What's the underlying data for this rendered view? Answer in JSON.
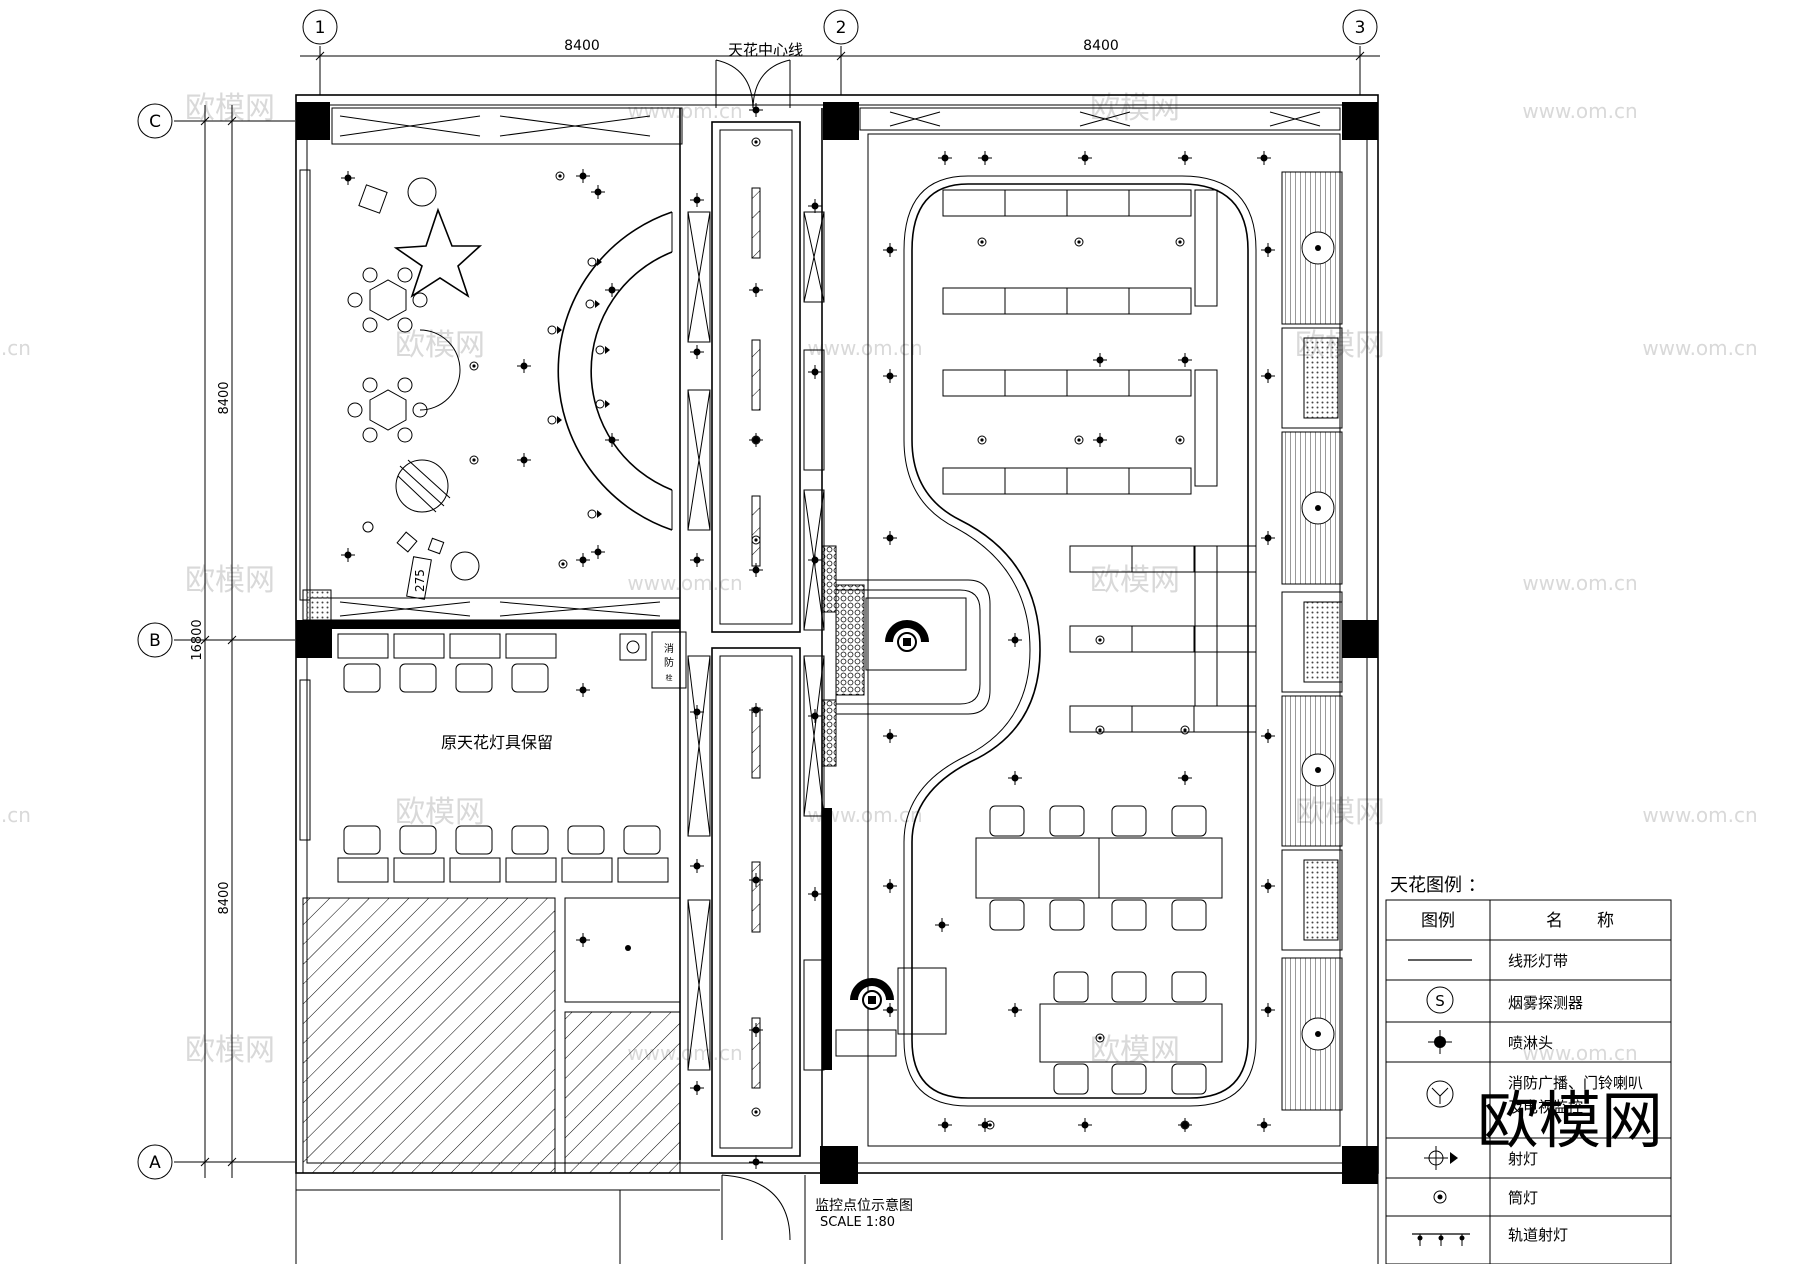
{
  "grid": {
    "columns": [
      "1",
      "2",
      "3"
    ],
    "rows": [
      "C",
      "B",
      "A"
    ],
    "dims_top": [
      "8400",
      "8400"
    ],
    "dims_left": [
      "8400",
      "8400"
    ],
    "dim_total": "16800"
  },
  "labels": {
    "ceiling_center_line": "天花中心线",
    "hydrant_1": "消",
    "hydrant_2": "防",
    "hydrant_3": "栓",
    "original_ceiling": "原天花灯具保留",
    "small_dim": "275",
    "drawing_title": "监控点位示意图",
    "scale": "SCALE  1:80"
  },
  "legend": {
    "title": "天花图例 ：",
    "col_symbol": "图例",
    "col_name": "名　　称",
    "items": [
      {
        "icon": "line-light-strip-icon",
        "name": "线形灯带"
      },
      {
        "icon": "smoke-detector-icon",
        "name": "烟雾探测器"
      },
      {
        "icon": "sprinkler-icon",
        "name": "喷淋头"
      },
      {
        "icon": "broadcast-speaker-icon",
        "name": "消防广播、门铃喇叭",
        "name2": "及电视监控"
      },
      {
        "icon": "spotlight-icon",
        "name": "射灯"
      },
      {
        "icon": "downlight-icon",
        "name": "筒灯"
      },
      {
        "icon": "track-spotlight-icon",
        "name": "轨道射灯"
      }
    ]
  },
  "watermark": {
    "brand": "欧模网",
    "url": "www.om.cn",
    "url_short": "om.cn"
  }
}
